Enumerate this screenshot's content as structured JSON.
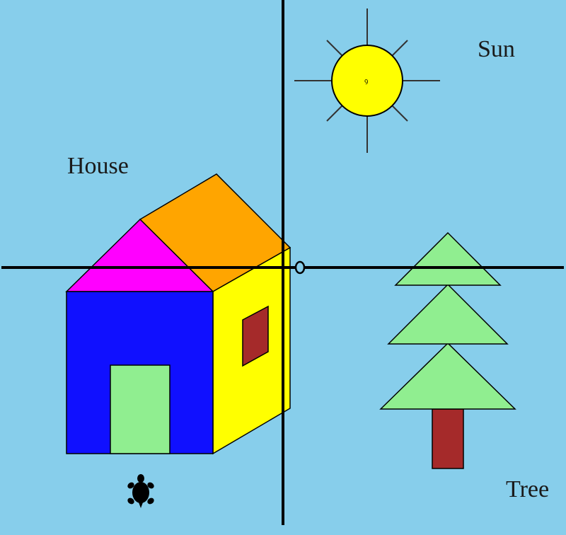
{
  "labels": {
    "house": "House",
    "sun": "Sun",
    "tree": "Tree"
  },
  "colors": {
    "sky": "#87CEEB",
    "axes": "#000000",
    "house_front": "#1010FF",
    "house_side": "#FFFF00",
    "roof_front": "#FF00FF",
    "roof_side": "#FFA500",
    "door": "#90EE90",
    "window": "#A52A2A",
    "sun": "#FFFF00",
    "sun_rays": "#333333",
    "tree_foliage": "#90EE90",
    "tree_trunk": "#A52A2A",
    "turtle": "#000000"
  },
  "icons": {
    "turtle": "turtle-icon",
    "origin": "origin-marker-icon"
  }
}
